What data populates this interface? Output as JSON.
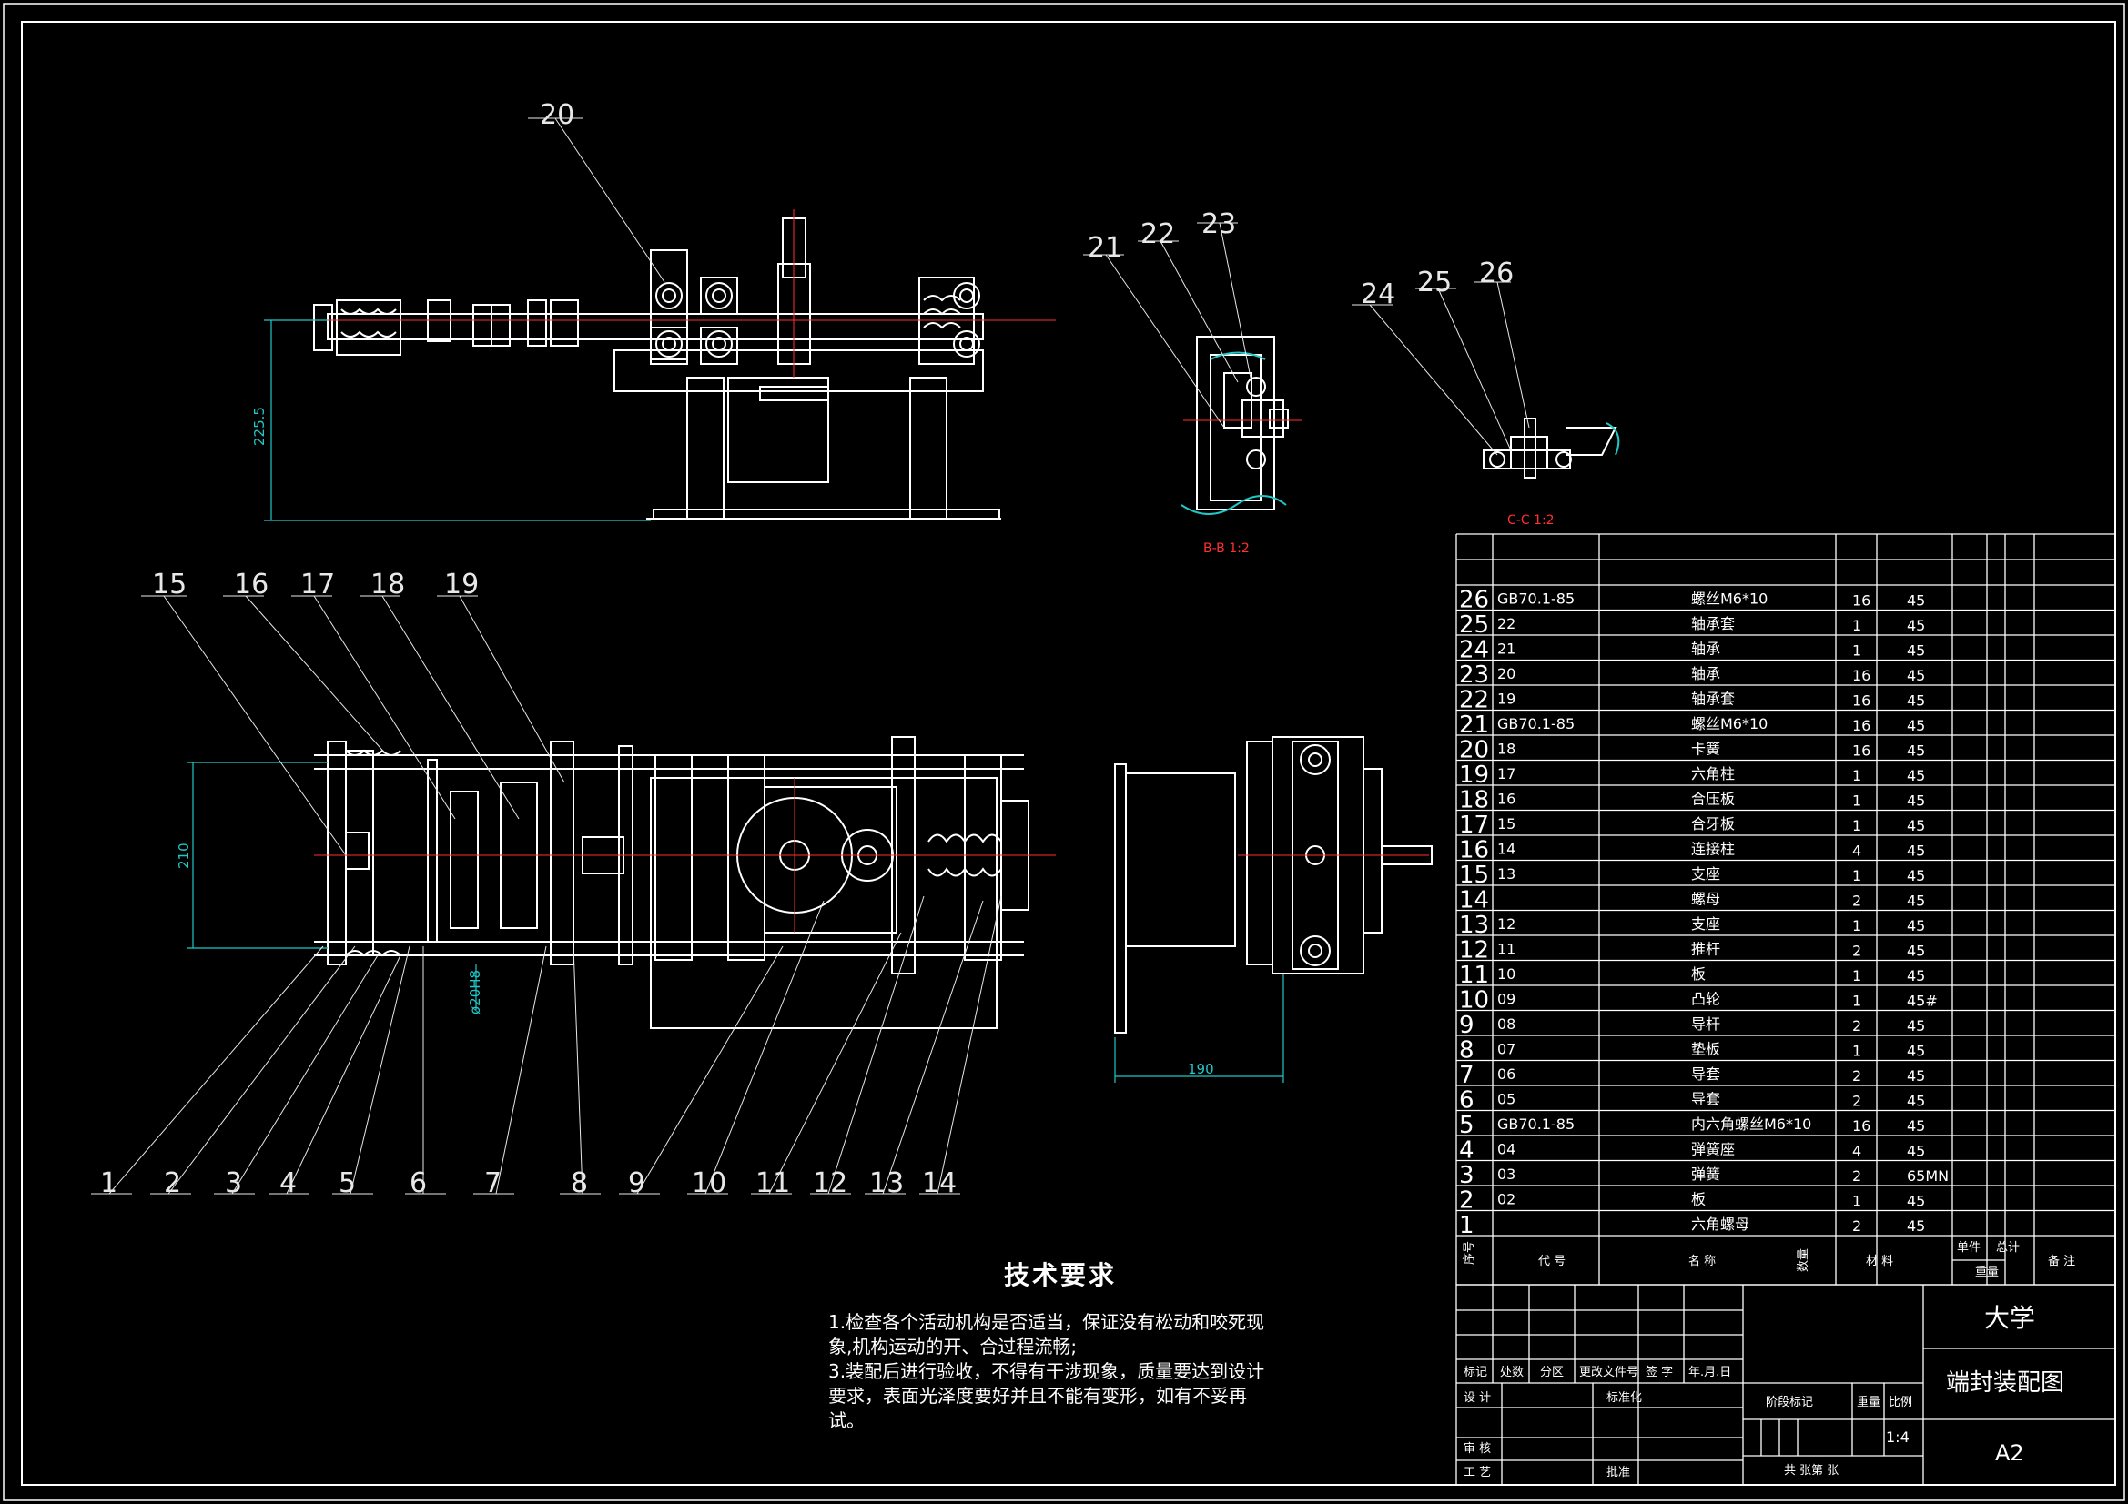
{
  "part_labels_top": [
    "20",
    "21",
    "22",
    "23",
    "24",
    "25",
    "26"
  ],
  "part_labels_left": [
    "15",
    "16",
    "17",
    "18",
    "19"
  ],
  "part_labels_bottom": [
    "1",
    "2",
    "3",
    "4",
    "5",
    "6",
    "7",
    "8",
    "9",
    "10",
    "11",
    "12",
    "13",
    "14"
  ],
  "section_labels": {
    "bb": "B-B 1:2",
    "cc": "C-C 1:2"
  },
  "dimensions": {
    "height": "225.5",
    "width": "210",
    "diameter": "ø20H8",
    "depth": "190"
  },
  "parts_table": {
    "rows": [
      {
        "no": "26",
        "code": "GB70.1-85",
        "name": "螺丝M6*10",
        "qty": "16",
        "mat": "45"
      },
      {
        "no": "25",
        "code": "22",
        "name": "轴承套",
        "qty": "1",
        "mat": "45"
      },
      {
        "no": "24",
        "code": "21",
        "name": "轴承",
        "qty": "1",
        "mat": "45"
      },
      {
        "no": "23",
        "code": "20",
        "name": "轴承",
        "qty": "16",
        "mat": "45"
      },
      {
        "no": "22",
        "code": "19",
        "name": "轴承套",
        "qty": "16",
        "mat": "45"
      },
      {
        "no": "21",
        "code": "GB70.1-85",
        "name": "螺丝M6*10",
        "qty": "16",
        "mat": "45"
      },
      {
        "no": "20",
        "code": "18",
        "name": "卡簧",
        "qty": "16",
        "mat": "45"
      },
      {
        "no": "19",
        "code": "17",
        "name": "六角柱",
        "qty": "1",
        "mat": "45"
      },
      {
        "no": "18",
        "code": "16",
        "name": "合压板",
        "qty": "1",
        "mat": "45"
      },
      {
        "no": "17",
        "code": "15",
        "name": "合牙板",
        "qty": "1",
        "mat": "45"
      },
      {
        "no": "16",
        "code": "14",
        "name": "连接柱",
        "qty": "4",
        "mat": "45"
      },
      {
        "no": "15",
        "code": "13",
        "name": "支座",
        "qty": "1",
        "mat": "45"
      },
      {
        "no": "14",
        "code": "",
        "name": "螺母",
        "qty": "2",
        "mat": "45"
      },
      {
        "no": "13",
        "code": "12",
        "name": "支座",
        "qty": "1",
        "mat": "45"
      },
      {
        "no": "12",
        "code": "11",
        "name": "推杆",
        "qty": "2",
        "mat": "45"
      },
      {
        "no": "11",
        "code": "10",
        "name": "板",
        "qty": "1",
        "mat": "45"
      },
      {
        "no": "10",
        "code": "09",
        "name": "凸轮",
        "qty": "1",
        "mat": "45#"
      },
      {
        "no": "9",
        "code": "08",
        "name": "导杆",
        "qty": "2",
        "mat": "45"
      },
      {
        "no": "8",
        "code": "07",
        "name": "垫板",
        "qty": "1",
        "mat": "45"
      },
      {
        "no": "7",
        "code": "06",
        "name": "导套",
        "qty": "2",
        "mat": "45"
      },
      {
        "no": "6",
        "code": "05",
        "name": "导套",
        "qty": "2",
        "mat": "45"
      },
      {
        "no": "5",
        "code": "GB70.1-85",
        "name": "内六角螺丝M6*10",
        "qty": "16",
        "mat": "45"
      },
      {
        "no": "4",
        "code": "04",
        "name": "弹簧座",
        "qty": "4",
        "mat": "45"
      },
      {
        "no": "3",
        "code": "03",
        "name": "弹簧",
        "qty": "2",
        "mat": "65MN"
      },
      {
        "no": "2",
        "code": "02",
        "name": "板",
        "qty": "1",
        "mat": "45"
      },
      {
        "no": "1",
        "code": "",
        "name": "六角螺母",
        "qty": "2",
        "mat": "45"
      }
    ],
    "header": {
      "seq": "序号",
      "code": "代 号",
      "name": "名 称",
      "qty": "数量",
      "material": "材 料",
      "unit": "单件",
      "total": "总计",
      "weight": "重量",
      "remark": "备 注"
    }
  },
  "title_block": {
    "school": "大学",
    "drawing_title": "端封装配图",
    "sheet_size": "A2",
    "scale": "1:4",
    "scale_label": "比例",
    "weight_label": "重量",
    "stage_label": "阶段标记",
    "sheets": "共  张第  张",
    "rev_labels": [
      "标记",
      "处数",
      "分区",
      "更改文件号",
      "签 字",
      "年.月.日"
    ],
    "sign_labels": {
      "design": "设 计",
      "standard": "标准化",
      "review": "审 核",
      "process": "工 艺",
      "approve": "批准"
    }
  },
  "tech_requirements": {
    "title": "技术要求",
    "lines": [
      "1.检查各个活动机构是否适当，保证没有松动和咬死现",
      "象,机构运动的开、合过程流畅;",
      "3.装配后进行验收，不得有干涉现象，质量要达到设计",
      "要求，表面光泽度要好并且不能有变形，如有不妥再",
      "试。"
    ]
  }
}
